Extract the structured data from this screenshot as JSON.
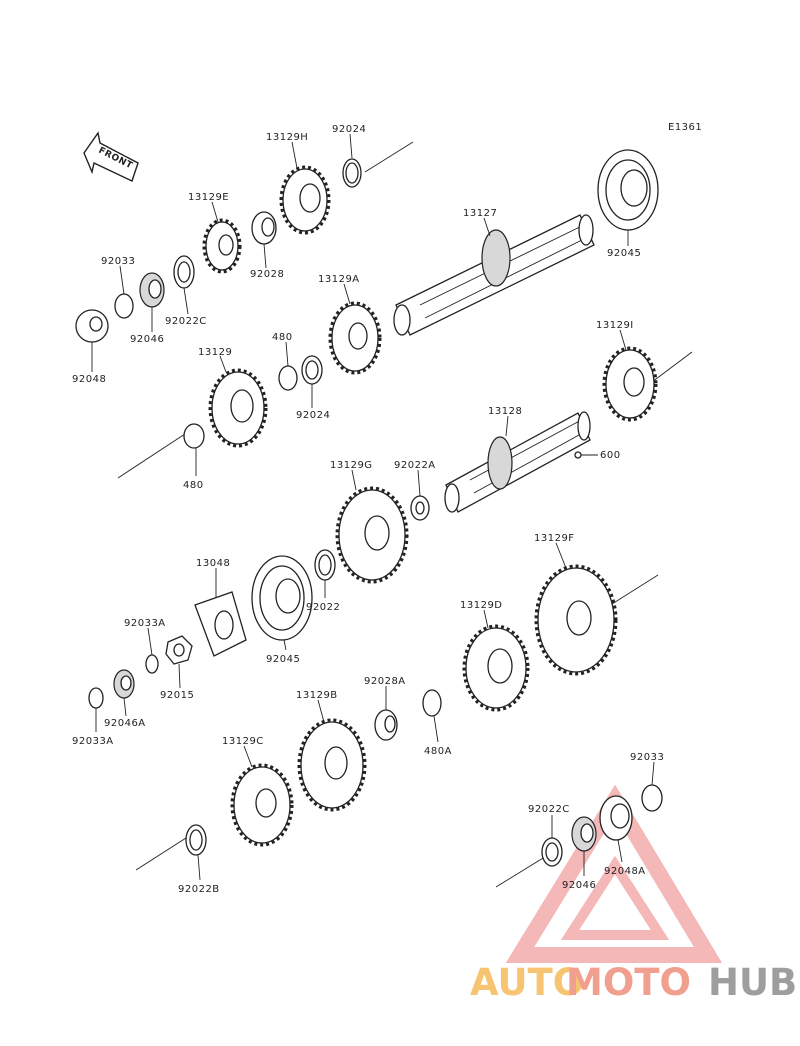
{
  "diagram_code": "E1361",
  "front_label": "FRONT",
  "parts": {
    "p13129H": "13129H",
    "p92024_top": "92024",
    "p13129E": "13129E",
    "p13127": "13127",
    "p92045_top": "92045",
    "p92033_top": "92033",
    "p92028": "92028",
    "p92022C_top": "92022C",
    "p92046_top": "92046",
    "p92048": "92048",
    "p13129A": "13129A",
    "p480_top": "480",
    "p13129": "13129",
    "p92024_mid": "92024",
    "p13129I": "13129I",
    "p480_bottom": "480",
    "p13128": "13128",
    "p600": "600",
    "p13129G": "13129G",
    "p92022A": "92022A",
    "p13048": "13048",
    "p13129F": "13129F",
    "p92022": "92022",
    "p92033A_top": "92033A",
    "p13129D": "13129D",
    "p92045_mid": "92045",
    "p92015": "92015",
    "p92046A": "92046A",
    "p92033A_bottom": "92033A",
    "p92028A": "92028A",
    "p13129B": "13129B",
    "p480A": "480A",
    "p13129C": "13129C",
    "p92033_bottom": "92033",
    "p92022C_bottom": "92022C",
    "p92046_bottom": "92046",
    "p92048A": "92048A",
    "p92022B": "92022B"
  },
  "watermark": {
    "auto": "AUTO",
    "moto": "MOTO",
    "hub": "HUB"
  }
}
